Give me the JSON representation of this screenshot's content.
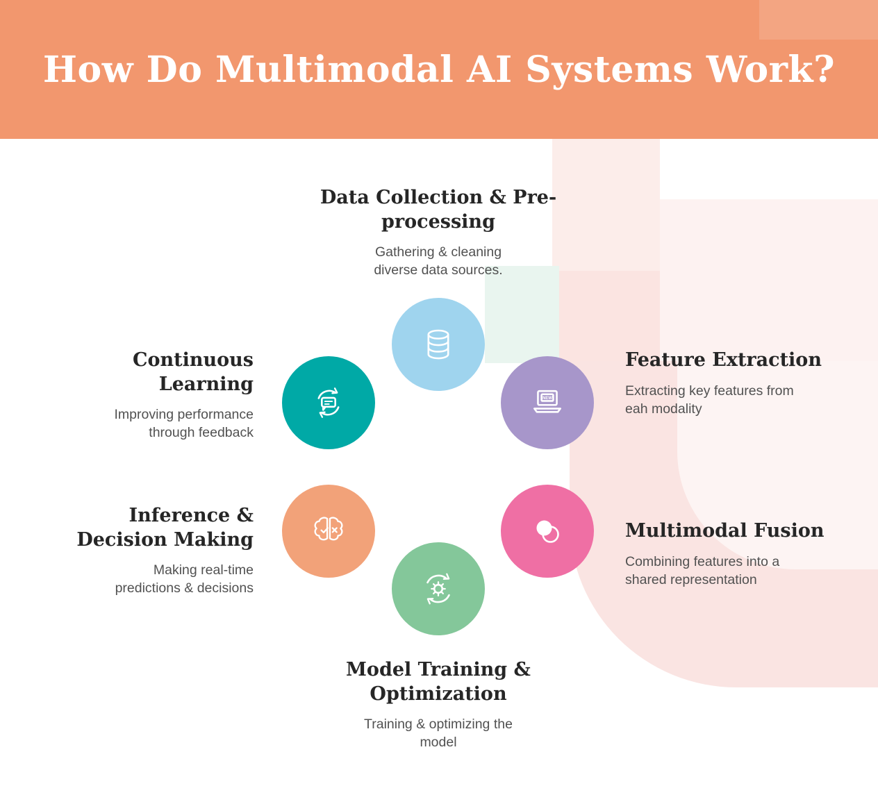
{
  "header": {
    "title": "How Do Multimodal AI Systems Work?",
    "bg_color": "#F2976E"
  },
  "nodes": [
    {
      "id": "data-collection",
      "title": "Data Collection & Pre-processing",
      "description": "Gathering & cleaning diverse data sources.",
      "color": "#9FD4EE",
      "icon": "database-icon"
    },
    {
      "id": "feature-extraction",
      "title": "Feature Extraction",
      "description": "Extracting key features from eah modality",
      "color": "#A796CA",
      "icon": "laptop-new-icon"
    },
    {
      "id": "multimodal-fusion",
      "title": "Multimodal Fusion",
      "description": "Combining features into a shared representation",
      "color": "#EF6FA4",
      "icon": "overlapping-circles-icon"
    },
    {
      "id": "model-training",
      "title": "Model Training & Optimization",
      "description": "Training & optimizing the model",
      "color": "#84C79A",
      "icon": "gear-cycle-icon"
    },
    {
      "id": "inference-decision",
      "title": "Inference & Decision Making",
      "description": "Making real-time predictions & decisions",
      "color": "#F2A279",
      "icon": "brain-decision-icon"
    },
    {
      "id": "continuous-learning",
      "title": "Continuous Learning",
      "description": "Improving performance through feedback",
      "color": "#00A9A6",
      "icon": "feedback-cycle-icon"
    }
  ]
}
